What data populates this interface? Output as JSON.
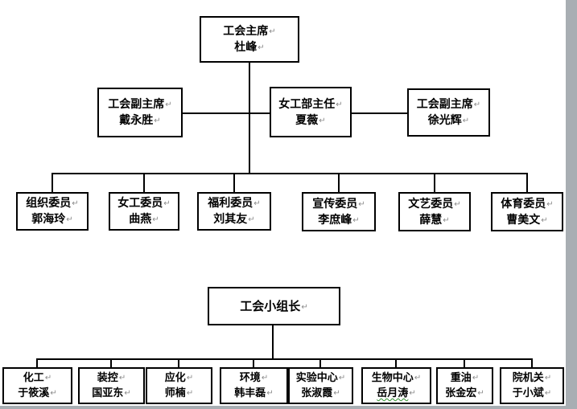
{
  "formatting": {
    "return_mark": "↵"
  },
  "union_committee": {
    "chairman": {
      "title": "工会主席",
      "name": "杜峰"
    },
    "deputies": [
      {
        "title": "工会副主席",
        "name": "戴永胜"
      },
      {
        "title": "女工部主任",
        "name": "夏薇"
      },
      {
        "title": "工会副主席",
        "name": "徐光辉"
      }
    ],
    "members": [
      {
        "title": "组织委员",
        "name": "郭海玲"
      },
      {
        "title": "女工委员",
        "name": "曲燕"
      },
      {
        "title": "福利委员",
        "name": "刘其友"
      },
      {
        "title": "宣传委员",
        "name": "李庶峰"
      },
      {
        "title": "文艺委员",
        "name": "薛慧"
      },
      {
        "title": "体育委员",
        "name": "曹美文"
      }
    ]
  },
  "group_leaders": {
    "header": "工会小组长",
    "groups": [
      {
        "dept": "化工",
        "name": "于筱溪"
      },
      {
        "dept": "装控",
        "name": "国亚东"
      },
      {
        "dept": "应化",
        "name": "师楠"
      },
      {
        "dept": "环境",
        "name": "韩丰磊"
      },
      {
        "dept": "实验中心",
        "name": "张淑霞"
      },
      {
        "dept": "生物中心",
        "name": "岳月涛",
        "spellcheck": "green-wavy-underline"
      },
      {
        "dept": "重油",
        "name": "张金宏"
      },
      {
        "dept": "院机关",
        "name": "于小斌"
      }
    ]
  },
  "colors": {
    "box_border": "#000000",
    "page_edge_gray": "#a8aeb3",
    "return_mark_gray": "#8a8a8a",
    "spellcheck_green": "#2f8f2f"
  }
}
